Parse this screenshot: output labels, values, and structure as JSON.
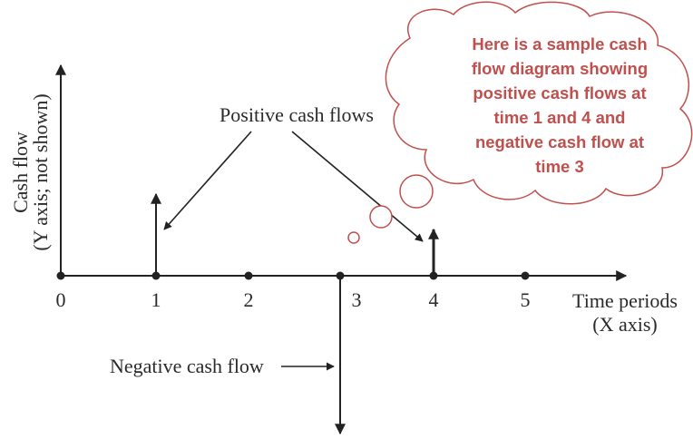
{
  "diagram": {
    "y_axis_label": "Cash flow",
    "y_axis_sublabel": "(Y axis; not shown)",
    "x_axis_label": "Time periods",
    "x_axis_sublabel": "(X axis)",
    "ticks": [
      "0",
      "1",
      "2",
      "3",
      "4",
      "5"
    ],
    "positive_label": "Positive cash flows",
    "negative_label": "Negative cash flow"
  },
  "callout": {
    "lines": [
      "Here is a sample cash",
      "flow diagram showing",
      "positive cash flows at",
      "time 1 and 4 and",
      "negative cash flow at",
      "time 3"
    ],
    "color": "#c0504d"
  }
}
